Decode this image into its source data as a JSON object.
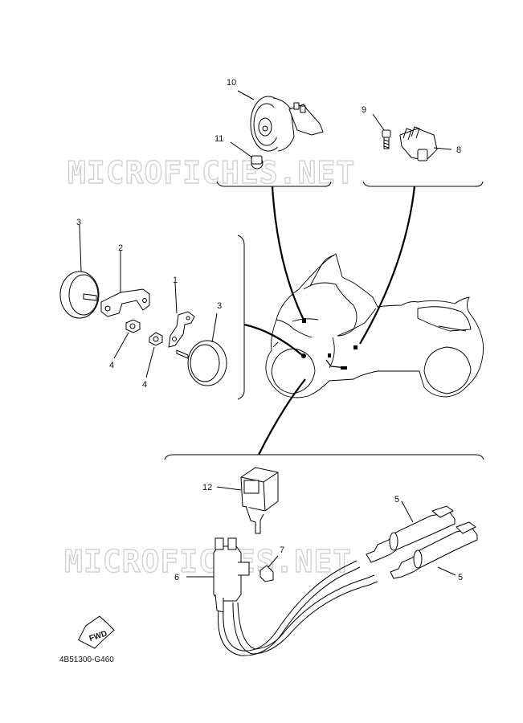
{
  "watermark": {
    "top": "MICROFICHES.NET",
    "bottom": "MICROFICHES.NET"
  },
  "callouts": {
    "c1": "1",
    "c2": "2",
    "c3a": "3",
    "c3b": "3",
    "c4a": "4",
    "c4b": "4",
    "c5a": "5",
    "c5b": "5",
    "c6": "6",
    "c7": "7",
    "c8": "8",
    "c9": "9",
    "c10": "10",
    "c11": "11",
    "c12": "12"
  },
  "fwd_label": "FWD",
  "diagram_code": "4B51300-G460"
}
